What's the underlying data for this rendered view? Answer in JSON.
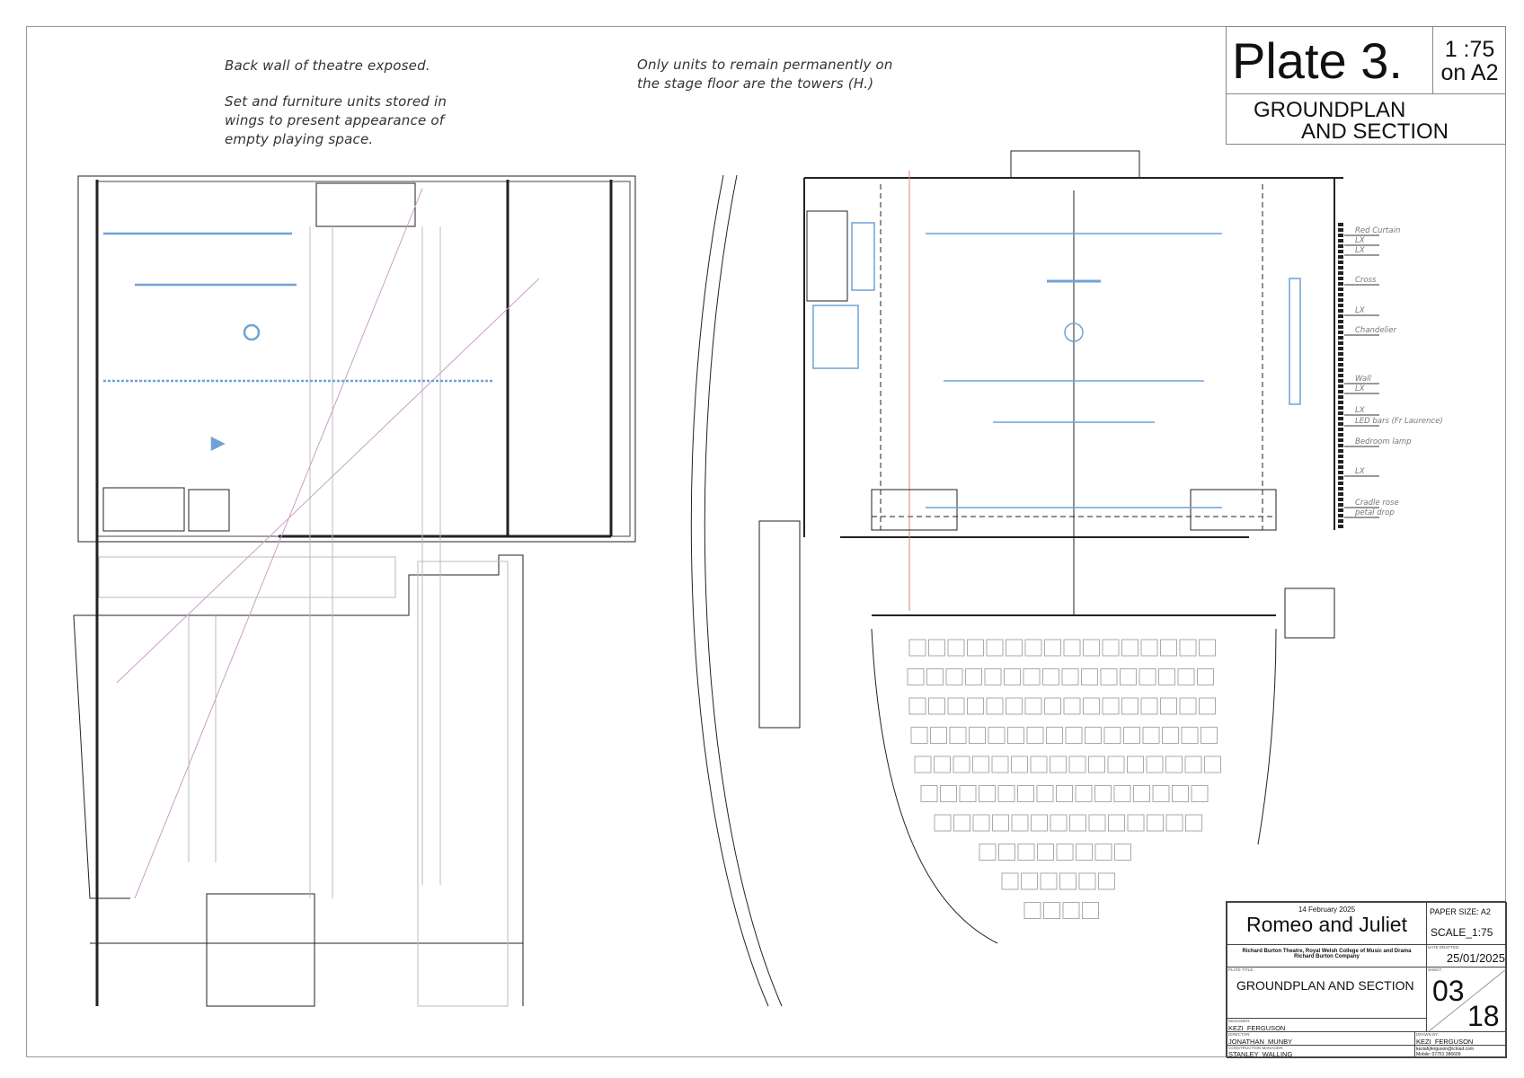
{
  "notes": {
    "left": [
      "Back wall of theatre exposed.",
      "",
      "Set and furniture units stored in",
      "wings to present appearance of",
      "empty playing space."
    ],
    "right": [
      "Only units to remain permanently on",
      "the stage floor are the towers (H.)"
    ]
  },
  "plate": {
    "title": "Plate 3.",
    "scale_line1": "1 :75",
    "scale_line2": "on A2",
    "subtitle_line1": "GROUNDPLAN",
    "subtitle_line2": "AND SECTION"
  },
  "title_block": {
    "date": "14 February 2025",
    "production": "Romeo and Juliet",
    "venue_line1": "Richard Burton Theatre, Royal Welsh College of Music and Drama",
    "venue_line2": "Richard Burton Company",
    "paper_size": "PAPER SIZE: A2",
    "scale": "SCALE_1:75",
    "date_drafted_label": "DATE DRAFTED:",
    "date_drafted": "25/01/2025",
    "plate_title_label": "PLATE TITLE:",
    "plate_title": "GROUNDPLAN AND SECTION",
    "sheet_label": "SHEET:",
    "sheet_number": "03",
    "sheet_total": "18",
    "designer_label": "DESIGNER:",
    "designer": "KEZI_FERGUSON",
    "director_label": "DIRECTOR:",
    "director": "JONATHAN_MUNBY",
    "construction_manager_label": "CONSTRUCTION MANAGER:",
    "construction_manager": "STANLEY_WALLING",
    "drawn_by_label": "DRAWN BY:",
    "drawn_by": "KEZI_FERGUSON",
    "email": "keziahjferguson@icloud.com",
    "mobile": "Mobile: 07751 386609"
  },
  "flying_bars": [
    "Red Curtain",
    "LX",
    "LX",
    "Cross",
    "LX",
    "Chandelier",
    "Wall",
    "LX",
    "LX",
    "LED bars (Fr Laurence)",
    "Bedroom lamp",
    "LX",
    "Cradle rose",
    "petal drop"
  ],
  "colors": {
    "scenery": "#6fa3d6",
    "line": "#222222",
    "grey": "#bbbbbb",
    "sightline": "#c9a0c9",
    "setting_line": "#d98a6a"
  }
}
